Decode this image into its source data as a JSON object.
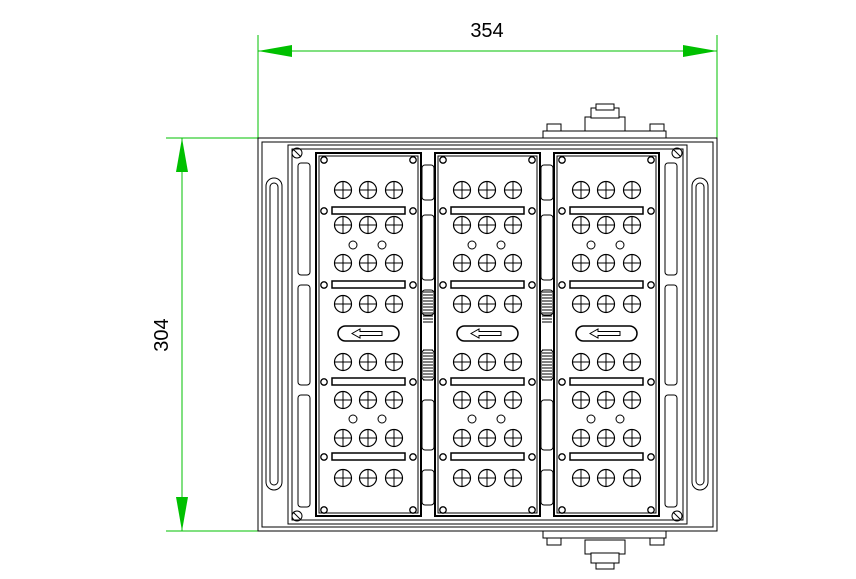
{
  "dimensions": {
    "width_label": "354",
    "height_label": "304"
  },
  "colors": {
    "dimension_line": "#00c000",
    "outline": "#000000",
    "background": "#ffffff"
  },
  "layout_description": {
    "module_count": 3,
    "led_rows_per_module": 8,
    "leds_per_row": 3,
    "arrow_direction": "left"
  }
}
